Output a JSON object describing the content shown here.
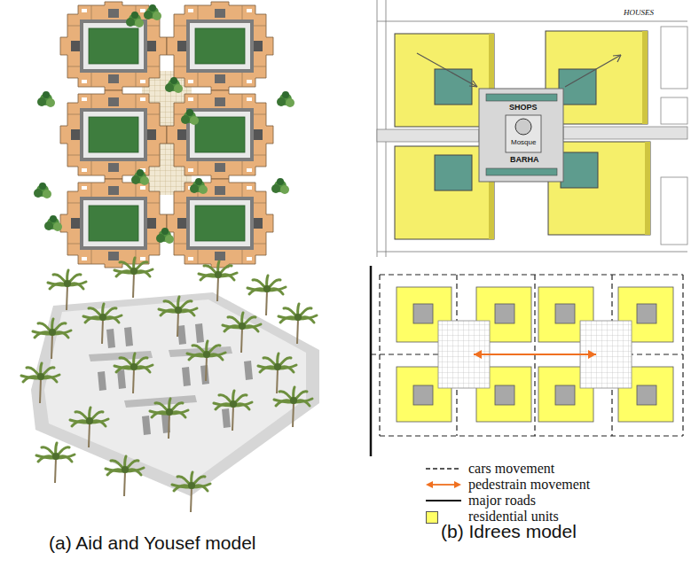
{
  "diagram": {
    "labels": [
      "HOUSES",
      "SHOPS",
      "Mosque",
      "BARHA",
      "(a) Aid and Yousef model",
      "(b) Idrees model"
    ],
    "legend": [
      {
        "text": "cars movement"
      },
      {
        "text": "pedestrain movement"
      },
      {
        "text": "major roads"
      },
      {
        "text": "residential units",
        "color": "#ffff66"
      }
    ]
  }
}
